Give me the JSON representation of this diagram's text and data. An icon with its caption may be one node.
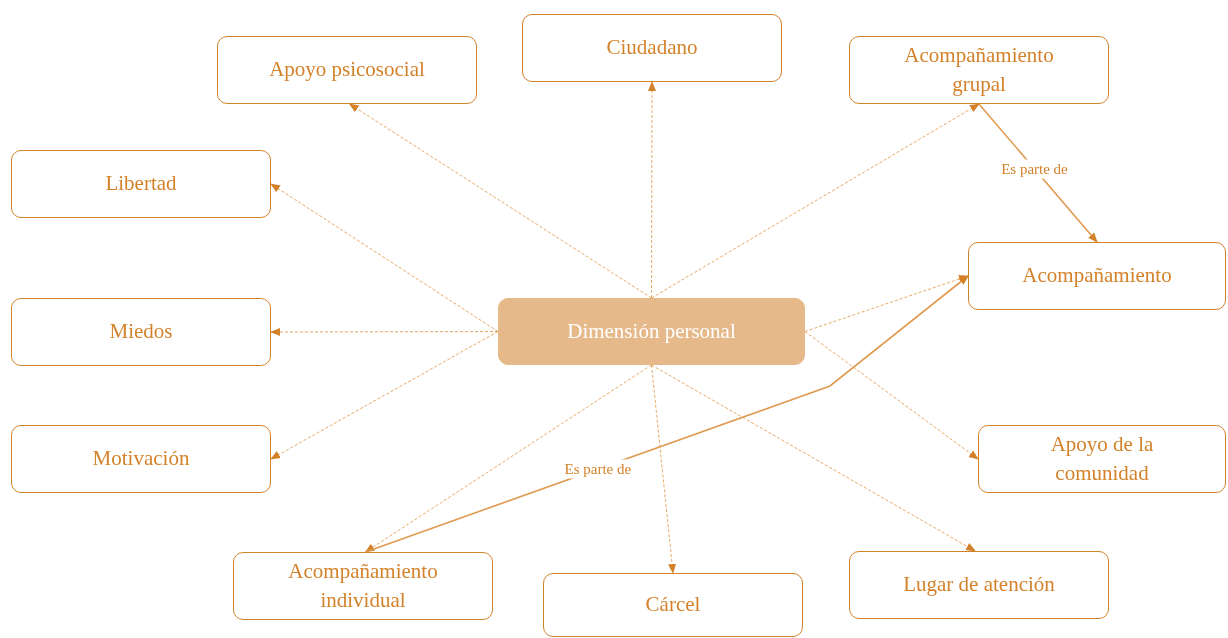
{
  "diagram": {
    "nodes": [
      {
        "text": [
          "Dimensión personal"
        ]
      },
      {
        "text": [
          "Apoyo psicosocial"
        ]
      },
      {
        "text": [
          "Ciudadano"
        ]
      },
      {
        "text": [
          "Acompañamiento grupal"
        ]
      },
      {
        "text": [
          "Libertad"
        ]
      },
      {
        "text": [
          "Acompañamiento"
        ]
      },
      {
        "text": [
          "Miedos"
        ]
      },
      {
        "text": [
          "Motivación"
        ]
      },
      {
        "text": [
          "Apoyo de la comunidad"
        ]
      },
      {
        "text": [
          "Acompañamiento individual"
        ]
      },
      {
        "text": [
          "Cárcel"
        ]
      },
      {
        "text": [
          "Lugar de atención"
        ]
      }
    ],
    "edges": [
      {
        "from": 0,
        "to": 1,
        "arrow": "to",
        "style": "dashed"
      },
      {
        "from": 0,
        "to": 2,
        "arrow": "to",
        "style": "dashed"
      },
      {
        "from": 0,
        "to": 3,
        "arrow": "to",
        "style": "dashed"
      },
      {
        "from": 0,
        "to": 4,
        "arrow": "to",
        "style": "dashed"
      },
      {
        "from": 0,
        "to": 5,
        "arrow": "to",
        "style": "dashed"
      },
      {
        "from": 0,
        "to": 6,
        "arrow": "to",
        "style": "dashed"
      },
      {
        "from": 0,
        "to": 7,
        "arrow": "to",
        "style": "dashed"
      },
      {
        "from": 0,
        "to": 8,
        "arrow": "to",
        "style": "dashed"
      },
      {
        "from": 0,
        "to": 9,
        "arrow": "to",
        "style": "dashed"
      },
      {
        "from": 0,
        "to": 10,
        "arrow": "to",
        "style": "dashed"
      },
      {
        "from": 0,
        "to": 11,
        "arrow": "to",
        "style": "dashed"
      },
      {
        "from": 3,
        "to": 5,
        "arrow": "to",
        "label": "Es parte de"
      },
      {
        "from": 9,
        "to": 5,
        "arrow": "to",
        "label": "Es parte de"
      }
    ]
  }
}
